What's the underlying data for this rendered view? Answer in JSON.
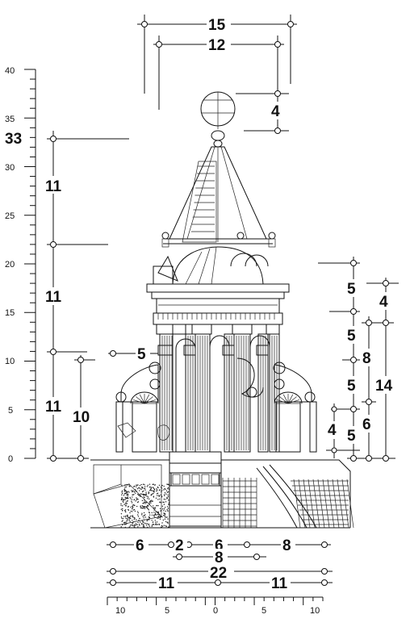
{
  "vertical_scale": {
    "tick_labels": [
      "0",
      "5",
      "10",
      "15",
      "20",
      "25",
      "30",
      "35",
      "40"
    ],
    "top_marker": "33"
  },
  "horizontal_scale": {
    "tick_labels": [
      "10",
      "5",
      "0",
      "5",
      "10"
    ]
  },
  "left_dimensions": {
    "segment_top": "11",
    "segment_middle": "11",
    "segment_bottom": "11",
    "base_height": "10"
  },
  "top_dimensions": {
    "outer_width": "15",
    "inner_width": "12",
    "finial_height": "4"
  },
  "side_dimension": "5",
  "right_dimensions": {
    "col1_5a": "5",
    "col1_5b": "5",
    "col1_5c": "5",
    "col1_5d": "5",
    "col1_4": "4",
    "col2_8": "8",
    "col2_6": "6",
    "col3_4": "4",
    "col3_14": "14"
  },
  "bottom_dimensions": {
    "row1_a": "6",
    "row1_b": "2",
    "row1_c": "6",
    "row1_d": "8",
    "row2_a": "8",
    "row3_total": "22",
    "row4_left": "11",
    "row4_right": "11"
  }
}
